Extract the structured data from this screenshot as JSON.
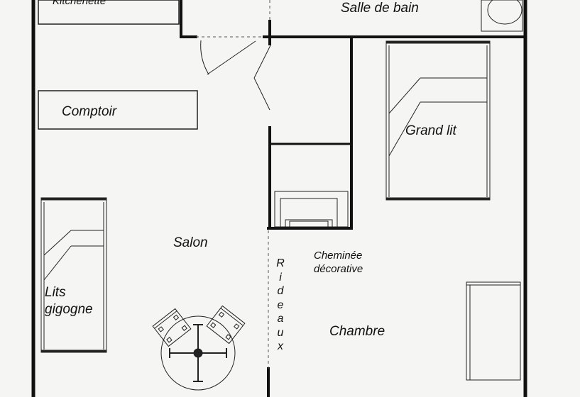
{
  "rooms": {
    "kitchenette": "Kitchenette",
    "salle_de_bain": "Salle de bain",
    "comptoir": "Comptoir",
    "grand_lit": "Grand lit",
    "salon": "Salon",
    "lits_gigogne_line1": "Lits",
    "lits_gigogne_line2": "gigogne",
    "cheminee_line1": "Cheminée",
    "cheminee_line2": "décorative",
    "chambre": "Chambre",
    "rideaux": "Rideaux"
  },
  "colors": {
    "wall": "#111111",
    "paper": "#f5f5f3"
  }
}
